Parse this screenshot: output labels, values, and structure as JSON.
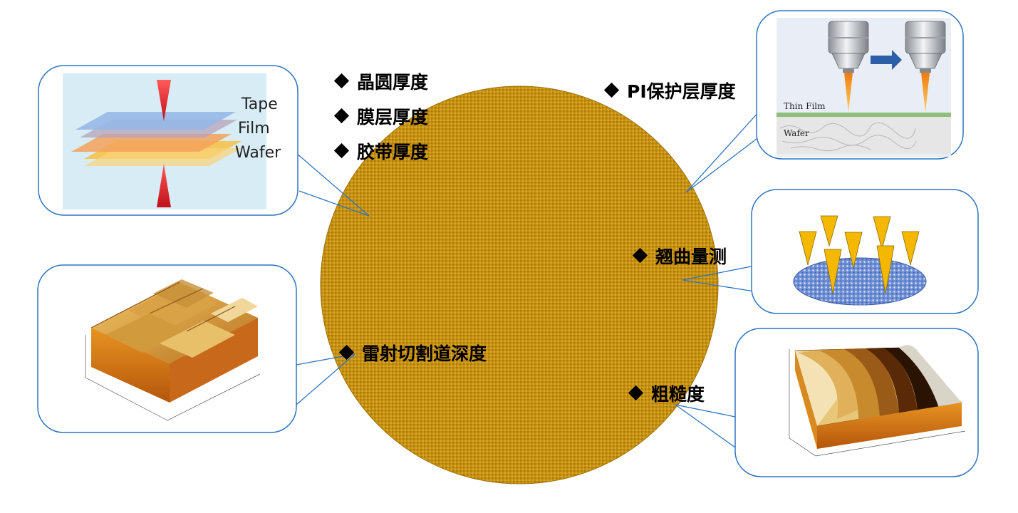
{
  "labels": {
    "wafer_thickness": "晶圆厚度",
    "film_thickness": "膜层厚度",
    "tape_thickness": "胶带厚度",
    "pi_thickness": "PI保护层厚度",
    "warpage": "翘曲量测",
    "laser_depth": "雷射切割道深度",
    "roughness": "粗糙度"
  },
  "stack_diagram": {
    "tape": "Tape",
    "film": "Film",
    "wafer": "Wafer"
  },
  "thin_film_diagram": {
    "thin_film": "Thin Film",
    "wafer": "Wafer"
  },
  "colors": {
    "wafer_gold": "#c99412",
    "callout_border": "#2f74c0",
    "probe": "#f5b800",
    "beam_red": "#e0202a"
  }
}
